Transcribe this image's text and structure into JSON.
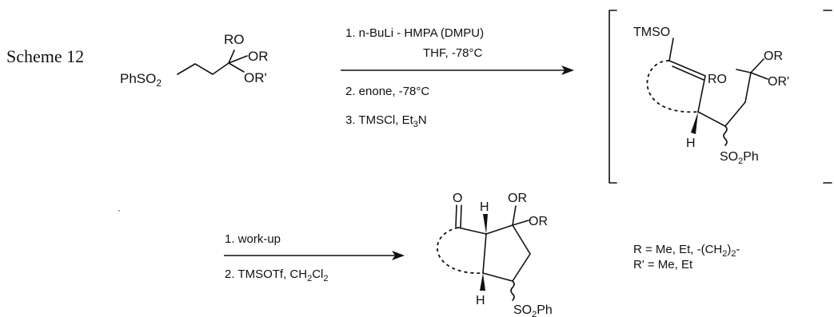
{
  "scheme_label": "Scheme 12",
  "starting_material": {
    "phso2": "PhSO",
    "phso2_sub": "2",
    "ro_top": "RO",
    "or_right": "OR",
    "or_prime": "OR'"
  },
  "step1_conditions": {
    "line1": "1.  n-BuLi - HMPA (DMPU)",
    "line2": "THF, -78°C",
    "line3": "2.  enone, -78°C",
    "line4_pre": "3.  TMSCl, Et",
    "line4_sub": "3",
    "line4_post": "N"
  },
  "intermediate": {
    "tmso": "TMSO",
    "ro": "RO",
    "or_top": "OR",
    "or_prime": "OR'",
    "h": "H",
    "so2ph_pre": "SO",
    "so2ph_sub": "2",
    "so2ph_post": "Ph"
  },
  "step2_conditions": {
    "line1": "1. work-up",
    "line2_pre": "2. TMSOTf, CH",
    "line2_sub1": "2",
    "line2_mid": "Cl",
    "line2_sub2": "2"
  },
  "product": {
    "o": "O",
    "h_top": "H",
    "or_top": "OR",
    "or_right": "OR",
    "h_bottom": "H",
    "so2ph_pre": "SO",
    "so2ph_sub": "2",
    "so2ph_post": "Ph"
  },
  "definitions": {
    "r_line_pre": "R = Me, Et, -(CH",
    "r_line_sub": "2",
    "r_line_post": ")",
    "r_line_sub2": "2",
    "r_line_end": "-",
    "rprime_line": "R' = Me, Et"
  }
}
